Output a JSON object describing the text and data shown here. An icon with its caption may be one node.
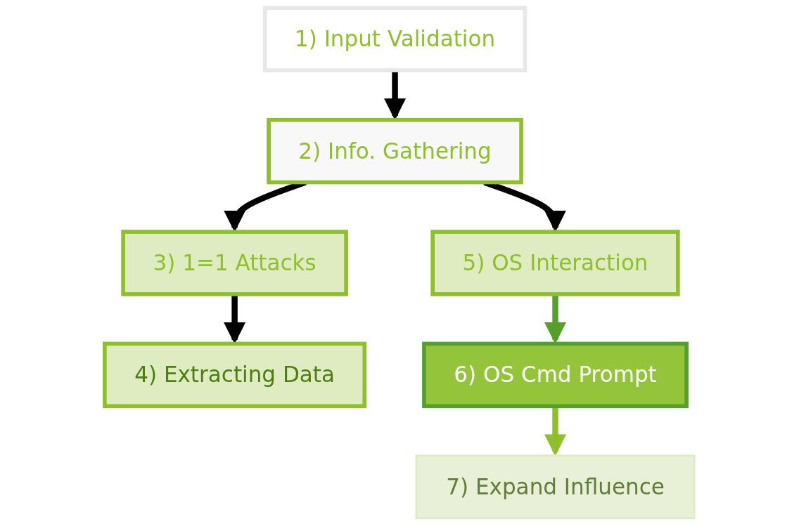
{
  "diagram": {
    "nodes": [
      {
        "text": [
          "1) Input Validation"
        ]
      },
      {
        "text": [
          "2) Info. Gathering"
        ]
      },
      {
        "text": [
          "3) 1=1 Attacks"
        ]
      },
      {
        "text": [
          "4) Extracting Data"
        ]
      },
      {
        "text": [
          "5) OS Interaction"
        ]
      },
      {
        "text": [
          "6) OS Cmd Prompt"
        ]
      },
      {
        "text": [
          "7) Expand Influence"
        ]
      }
    ],
    "edges": [
      {
        "from": 0,
        "to": 1,
        "arrow": "to"
      },
      {
        "from": 1,
        "to": 2,
        "arrow": "to"
      },
      {
        "from": 1,
        "to": 4,
        "arrow": "to"
      },
      {
        "from": 2,
        "to": 3,
        "arrow": "to"
      },
      {
        "from": 4,
        "to": 5,
        "arrow": "to",
        "color": "#55a02a"
      },
      {
        "from": 5,
        "to": 6,
        "arrow": "to",
        "color": "#8dc02a"
      }
    ]
  }
}
